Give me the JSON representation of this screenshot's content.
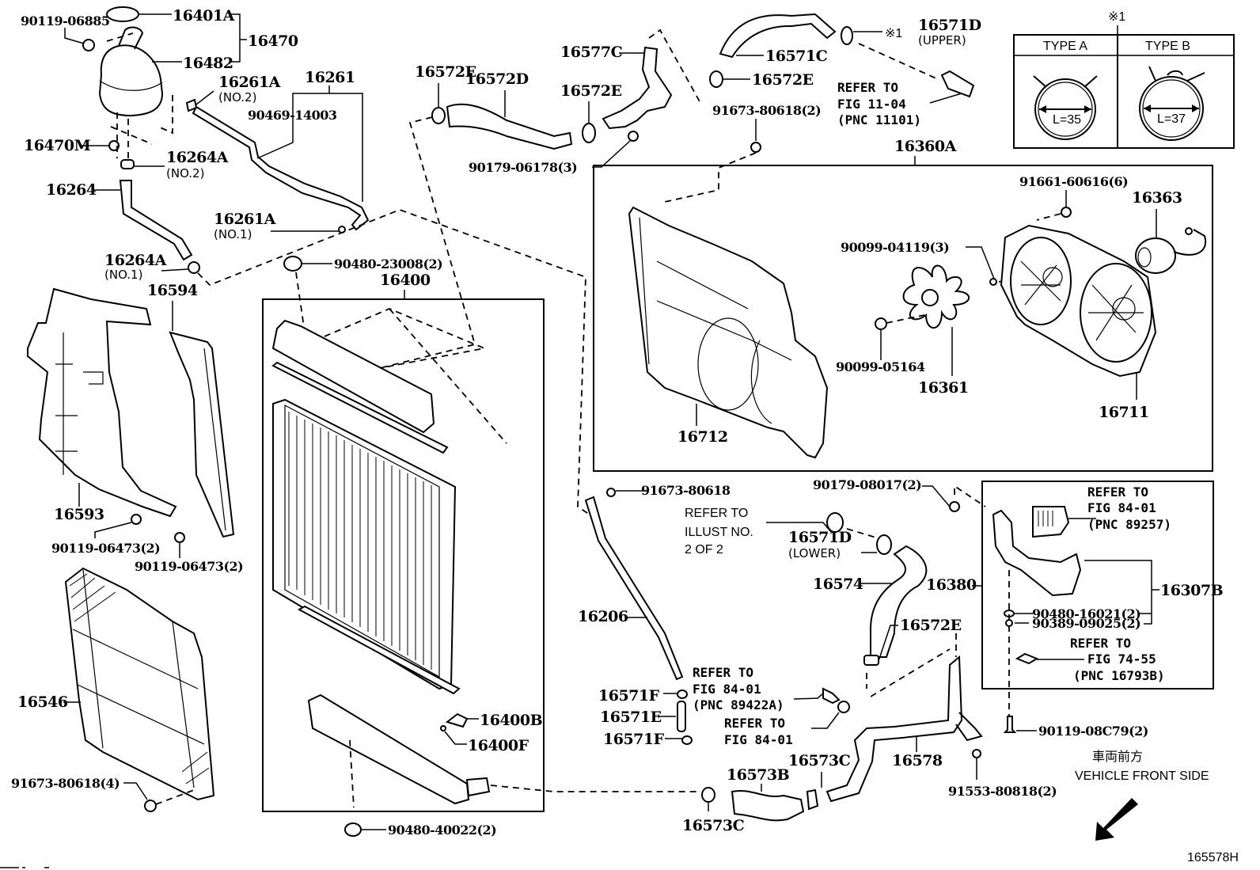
{
  "diagram": {
    "type": "exploded-parts-diagram",
    "subject": "Radiator and cooling fan assembly",
    "figure_id": "165578H",
    "orientation_note": {
      "japanese": "車両前方",
      "english": "VEHICLE FRONT SIDE"
    },
    "clamp_types": {
      "marker": "※1",
      "types": [
        {
          "label": "TYPE A",
          "dimension": "L=35"
        },
        {
          "label": "TYPE B",
          "dimension": "L=37"
        }
      ]
    },
    "parts": {
      "p_90119_06885": "90119-06885",
      "p_16401A": "16401A",
      "p_16470": "16470",
      "p_16482": "16482",
      "p_16261A_no2": "16261A",
      "p_16261A_no2_sub": "(NO.2)",
      "p_16261": "16261",
      "p_90469_14003": "90469-14003",
      "p_16470M": "16470M",
      "p_16264A_no2": "16264A",
      "p_16264A_no2_sub": "(NO.2)",
      "p_16264": "16264",
      "p_16261A_no1": "16261A",
      "p_16261A_no1_sub": "(NO.1)",
      "p_16264A_no1": "16264A",
      "p_16264A_no1_sub": "(NO.1)",
      "p_16594": "16594",
      "p_16593": "16593",
      "p_90119_06473_a": "90119-06473(2)",
      "p_90119_06473_b": "90119-06473(2)",
      "p_16546": "16546",
      "p_91673_80618_4": "91673-80618(4)",
      "p_90480_23008": "90480-23008(2)",
      "p_16400": "16400",
      "p_16400B": "16400B",
      "p_16400F": "16400F",
      "p_90480_40022": "90480-40022(2)",
      "p_16572E_a": "16572E",
      "p_16572D": "16572D",
      "p_16572E_b": "16572E",
      "p_16577C": "16577C",
      "p_90179_06178": "90179-06178(3)",
      "p_16571C": "16571C",
      "p_16572E_c": "16572E",
      "p_16571D_upper": "16571D",
      "p_16571D_upper_sub": "(UPPER)",
      "p_marker_upper": "※1",
      "p_91673_80618_2": "91673-80618(2)",
      "p_16360A": "16360A",
      "p_91661_60616": "91661-60616(6)",
      "p_16363": "16363",
      "p_90099_04119": "90099-04119(3)",
      "p_90099_05164": "90099-05164",
      "p_16361": "16361",
      "p_16711": "16711",
      "p_16712": "16712",
      "p_91673_80618": "91673-80618",
      "p_16206": "16206",
      "p_90179_08017": "90179-08017(2)",
      "p_16571D_lower": "16571D",
      "p_16571D_lower_sub": "(LOWER)",
      "p_16574": "16574",
      "p_16572E_d": "16572E",
      "p_16380": "16380",
      "p_16307B": "16307B",
      "p_90480_16021": "90480-16021(2)",
      "p_90389_09025": "90389-09025(2)",
      "p_90119_08C79": "90119-08C79(2)",
      "p_16571F_a": "16571F",
      "p_16571E": "16571E",
      "p_16571F_b": "16571F",
      "p_16573B": "16573B",
      "p_16573C_a": "16573C",
      "p_16573C_b": "16573C",
      "p_16578": "16578",
      "p_91553_80818": "91553-80818(2)"
    },
    "references": {
      "fig_11_04": [
        "REFER TO",
        "FIG 11-04",
        "(PNC 11101)"
      ],
      "illust_2of2": [
        "REFER TO",
        "ILLUST NO.",
        "2 OF 2"
      ],
      "fig_84_01_89257": [
        "REFER TO",
        "FIG 84-01",
        "(PNC 89257)"
      ],
      "fig_74_55": [
        "REFER TO",
        "FIG 74-55",
        "(PNC 16793B)"
      ],
      "fig_84_01_89422A": [
        "REFER TO",
        "FIG 84-01",
        "(PNC 89422A)"
      ],
      "fig_84_01": [
        "REFER TO",
        "FIG 84-01"
      ]
    }
  }
}
